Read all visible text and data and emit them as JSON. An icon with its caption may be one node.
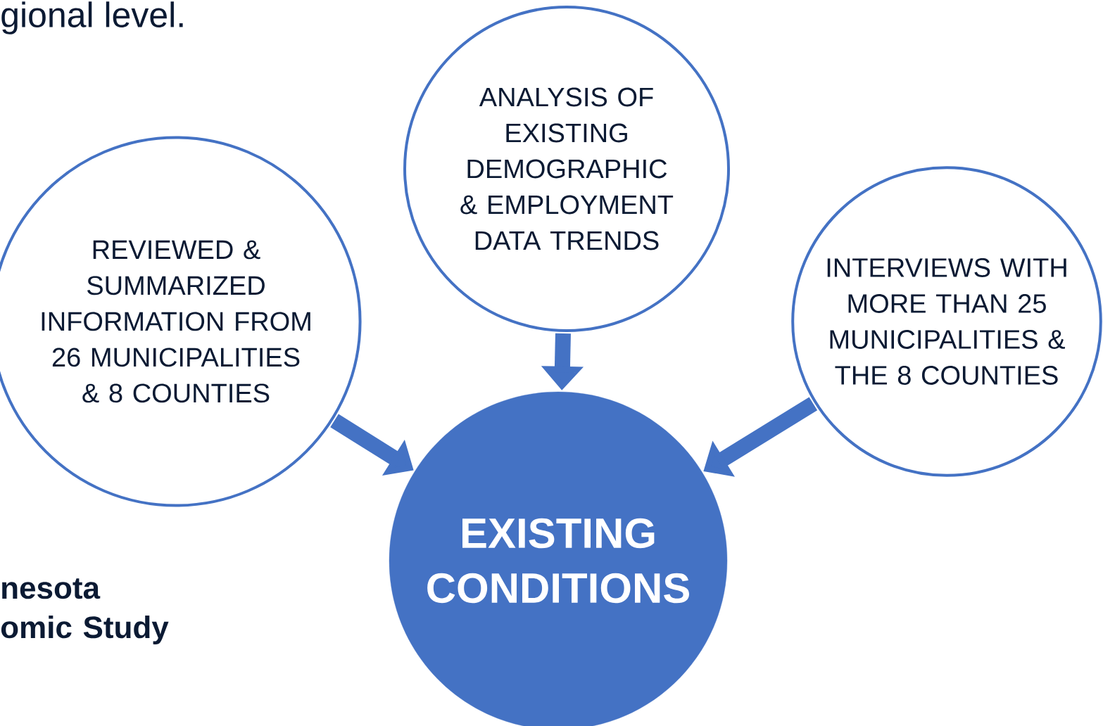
{
  "diagram": {
    "nodes": [
      {
        "text": [
          "ANALYSIS OF EXISTING DEMOGRAPHIC & EMPLOYMENT DATA TRENDS"
        ]
      },
      {
        "text": [
          "REVIEWED & SUMMARIZED INFORMATION FROM 26 MUNICIPALITIES & 8 COUNTIES"
        ]
      },
      {
        "text": [
          "INTERVIEWS WITH MORE THAN 25 MUNICIPALITIES & THE 8 COUNTIES"
        ]
      },
      {
        "text": [
          "EXISTING CONDITIONS"
        ]
      }
    ],
    "edges": [
      {
        "from": 1,
        "to": 3,
        "arrow": "to"
      },
      {
        "from": 0,
        "to": 3,
        "arrow": "to"
      },
      {
        "from": 2,
        "to": 3,
        "arrow": "to"
      }
    ],
    "labels": [
      "gional level.",
      "nesota omic Study"
    ]
  }
}
